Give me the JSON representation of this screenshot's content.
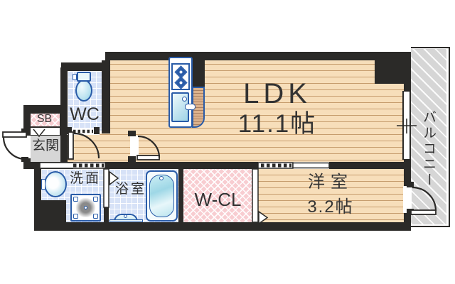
{
  "plan": {
    "title": "apartment-floor-plan",
    "rooms": {
      "ldk": {
        "name": "LDK",
        "size": "11.1帖"
      },
      "yoshitsu": {
        "name": "洋室",
        "size": "3.2帖"
      },
      "wcl": {
        "name": "W-CL"
      },
      "bath": {
        "name": "浴室"
      },
      "washroom": {
        "name": "洗面"
      },
      "wc": {
        "name": "WC"
      },
      "genkan": {
        "name": "玄関"
      },
      "shoebox": {
        "name": "SB"
      },
      "balcony": {
        "name": "バルコニー"
      }
    },
    "colors": {
      "wall": "#2b2a28",
      "wood_floor": "#f7deba",
      "wood_stripe": "#c69c6d",
      "tile": "#d7e2f7",
      "closet_pink": "#f8cdd1",
      "balcony_gray": "#d6d6d6",
      "entrance_gray": "#d6d6d6",
      "fixture_blue": "#2a5ca8",
      "text": "#333333"
    }
  }
}
